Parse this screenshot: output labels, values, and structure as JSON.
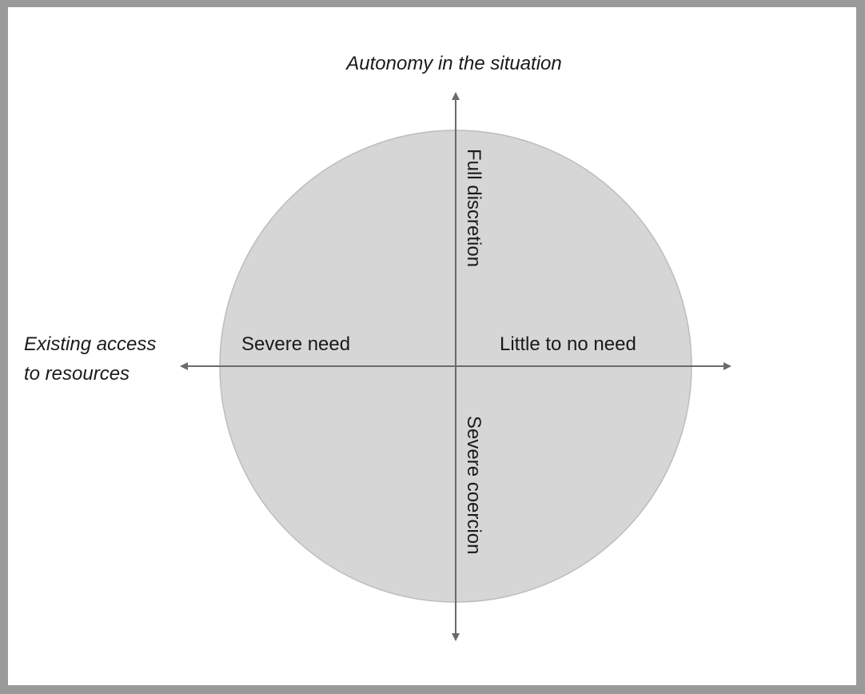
{
  "diagram": {
    "top_axis_label": "Autonomy in the situation",
    "left_axis_label_line1": "Existing access",
    "left_axis_label_line2": "to resources",
    "vertical_top_label": "Full discretion",
    "vertical_bottom_label": "Severe coercion",
    "left_quadrant_label": "Severe need",
    "right_quadrant_label": "Little to no need",
    "colors": {
      "page_border": "#9a9a9a",
      "background": "#ffffff",
      "circle_fill": "#d6d6d6",
      "circle_stroke": "#bdbdbd",
      "axis": "#6b6b6b",
      "text": "#1a1a1a"
    }
  }
}
